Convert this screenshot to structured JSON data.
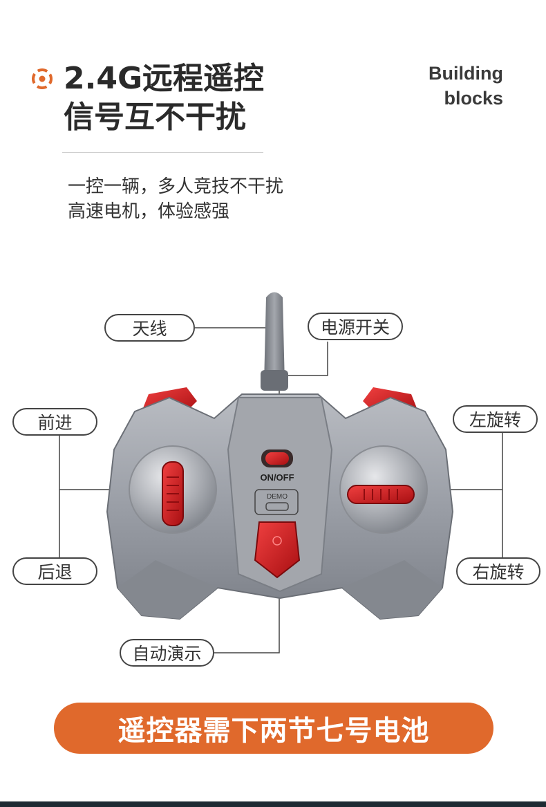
{
  "header": {
    "title_line1": "2.4G远程遥控",
    "title_line2": "信号互不干扰",
    "brand_line1": "Building",
    "brand_line2": "blocks"
  },
  "description": {
    "line1": "一控一辆，多人竞技不干扰",
    "line2": "高速电机，体验感强"
  },
  "callouts": {
    "antenna": "天线",
    "power_switch": "电源开关",
    "forward": "前进",
    "backward": "后退",
    "rotate_left": "左旋转",
    "rotate_right": "右旋转",
    "auto_demo": "自动演示"
  },
  "controller": {
    "onoff_label": "ON/OFF",
    "demo_label": "DEMO"
  },
  "banner": {
    "text": "遥控器需下两节七号电池"
  },
  "colors": {
    "accent": "#e0692c",
    "controller_body": "#9a9ea6",
    "controller_red": "#d21c1c",
    "footer": "#1e2b33"
  },
  "icons": {
    "title_icon": "target-icon"
  }
}
